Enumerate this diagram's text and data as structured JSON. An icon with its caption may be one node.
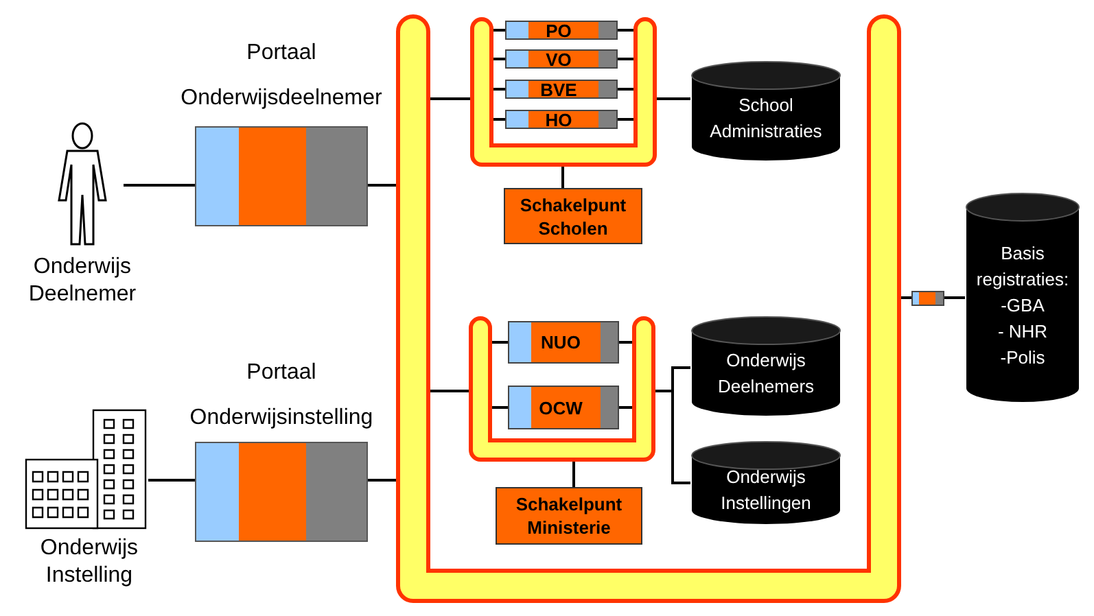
{
  "diagram": {
    "nodes": [
      {
        "text": [],
        "shape": "person",
        "beside": [
          "Onderwijs Deelnemer"
        ]
      },
      {
        "text": [
          "Portaal Onderwijsdeelnemer"
        ]
      },
      {
        "text": [],
        "shape": "building",
        "beside": [
          "Onderwijs Instelling"
        ]
      },
      {
        "text": [
          "Portaal Onderwijsinstelling"
        ]
      },
      {
        "text": [],
        "shape": "bar"
      },
      {
        "text": [],
        "shape": "bar"
      },
      {
        "text": [
          "PO"
        ]
      },
      {
        "text": [
          "VO"
        ]
      },
      {
        "text": [
          "BVE"
        ]
      },
      {
        "text": [
          "HO"
        ]
      },
      {
        "text": [
          "Schakelpunt Scholen"
        ]
      },
      {
        "text": [
          "School Administraties"
        ]
      },
      {
        "text": [],
        "shape": "bar"
      },
      {
        "text": [
          "NUO"
        ]
      },
      {
        "text": [
          "OCW"
        ]
      },
      {
        "text": [
          "Schakelpunt Ministerie"
        ]
      },
      {
        "text": [
          "Onderwijs Deelnemers"
        ]
      },
      {
        "text": [
          "Onderwijs Instellingen"
        ]
      },
      {
        "text": [],
        "shape": "box"
      },
      {
        "text": [
          "Basis registraties:",
          "-GBA",
          "- NHR",
          "-Polis"
        ]
      }
    ],
    "edges": [
      {
        "from": 0,
        "to": 1,
        "arrow": "none"
      },
      {
        "from": 1,
        "to": 4,
        "arrow": "none"
      },
      {
        "from": 2,
        "to": 3,
        "arrow": "none"
      },
      {
        "from": 3,
        "to": 4,
        "arrow": "none"
      },
      {
        "from": 4,
        "to": 5,
        "arrow": "none"
      },
      {
        "from": 4,
        "to": 12,
        "arrow": "none"
      },
      {
        "from": 5,
        "to": 6,
        "arrow": "none"
      },
      {
        "from": 6,
        "to": 5,
        "arrow": "none"
      },
      {
        "from": 5,
        "to": 7,
        "arrow": "none"
      },
      {
        "from": 7,
        "to": 5,
        "arrow": "none"
      },
      {
        "from": 5,
        "to": 8,
        "arrow": "none"
      },
      {
        "from": 8,
        "to": 5,
        "arrow": "none"
      },
      {
        "from": 5,
        "to": 9,
        "arrow": "none"
      },
      {
        "from": 9,
        "to": 5,
        "arrow": "none"
      },
      {
        "from": 5,
        "to": 10,
        "arrow": "none"
      },
      {
        "from": 5,
        "to": 11,
        "arrow": "none"
      },
      {
        "from": 12,
        "to": 13,
        "arrow": "none"
      },
      {
        "from": 13,
        "to": 12,
        "arrow": "none"
      },
      {
        "from": 12,
        "to": 14,
        "arrow": "none"
      },
      {
        "from": 14,
        "to": 12,
        "arrow": "none"
      },
      {
        "from": 12,
        "to": 15,
        "arrow": "none"
      },
      {
        "from": 12,
        "to": 16,
        "arrow": "none"
      },
      {
        "from": 12,
        "to": 17,
        "arrow": "none"
      },
      {
        "from": 4,
        "to": 18,
        "arrow": "none"
      },
      {
        "from": 18,
        "to": 19,
        "arrow": "none"
      }
    ]
  }
}
